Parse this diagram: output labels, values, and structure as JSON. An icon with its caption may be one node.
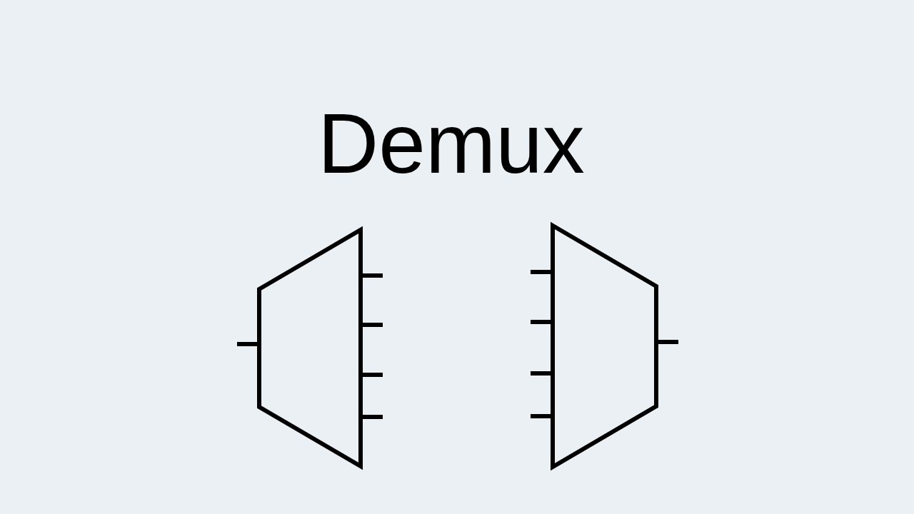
{
  "diagram": {
    "title": "Demux",
    "nodes": [
      {
        "text": [],
        "shape": "trapezoid"
      },
      {
        "text": [],
        "shape": "trapezoid"
      }
    ],
    "edges": [
      {
        "from": null,
        "to": 0,
        "arrow": "none"
      },
      {
        "from": 0,
        "to": null,
        "arrow": "none"
      },
      {
        "from": 0,
        "to": null,
        "arrow": "none"
      },
      {
        "from": 0,
        "to": null,
        "arrow": "none"
      },
      {
        "from": 0,
        "to": null,
        "arrow": "none"
      },
      {
        "from": null,
        "to": 1,
        "arrow": "none"
      },
      {
        "from": null,
        "to": 1,
        "arrow": "none"
      },
      {
        "from": null,
        "to": 1,
        "arrow": "none"
      },
      {
        "from": null,
        "to": 1,
        "arrow": "none"
      },
      {
        "from": 1,
        "to": null,
        "arrow": "none"
      }
    ]
  }
}
